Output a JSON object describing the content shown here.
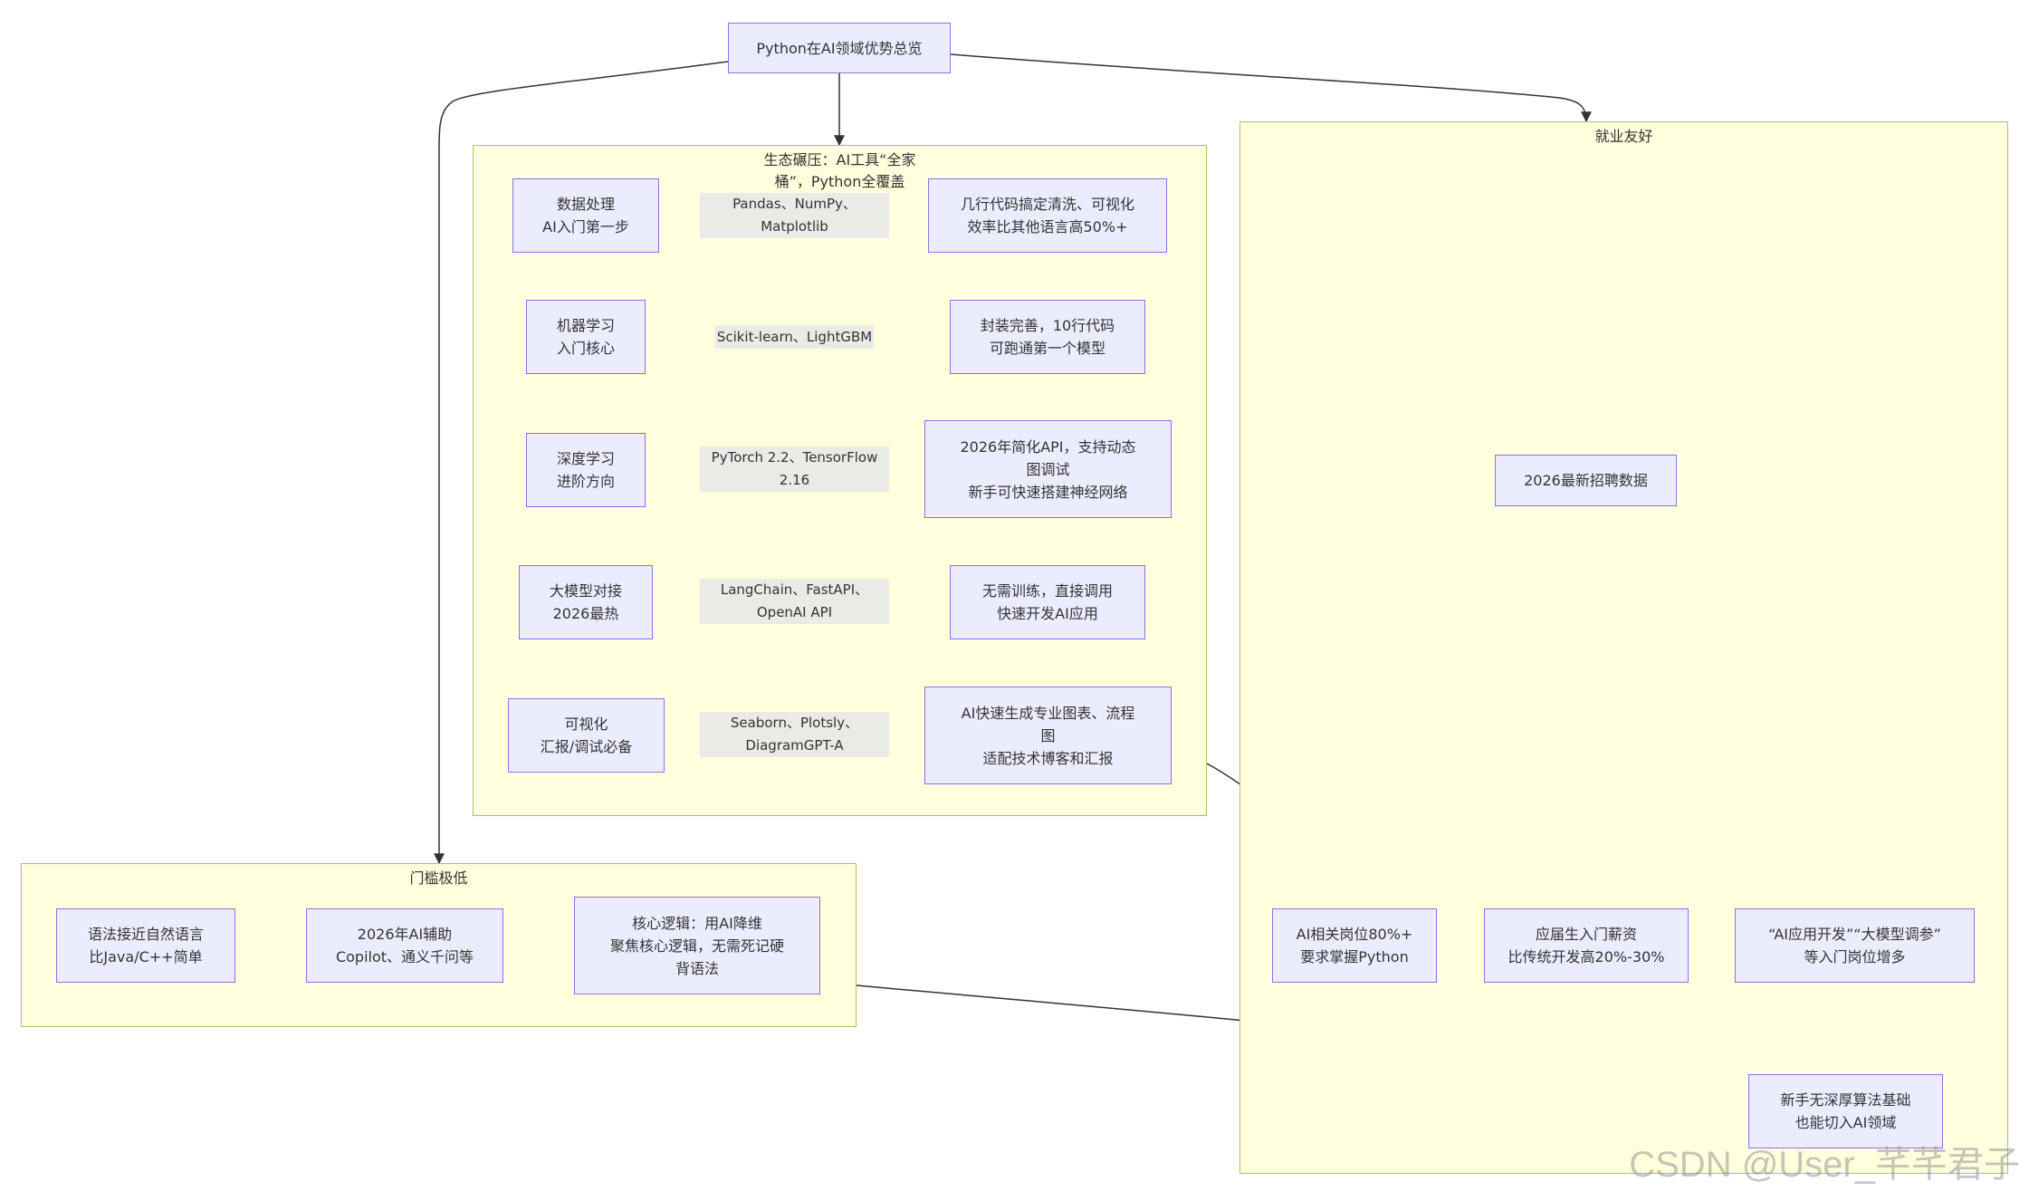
{
  "root": "Python在AI领域优势总览",
  "clusters": {
    "ecosystem": "生态碾压：AI工具“全家\n桶”，Python全覆盖",
    "jobs": "就业友好",
    "threshold": "门槛极低"
  },
  "eco": {
    "n1": "数据处理\nAI入门第一步",
    "e1": "Pandas、NumPy、\nMatplotlib",
    "r1": "几行代码搞定清洗、可视化\n效率比其他语言高50%+",
    "n2": "机器学习\n入门核心",
    "e2": "Scikit-learn、LightGBM",
    "r2": "封装完善，10行代码\n可跑通第一个模型",
    "n3": "深度学习\n进阶方向",
    "e3": "PyTorch 2.2、TensorFlow\n2.16",
    "r3": "2026年简化API，支持动态\n图调试\n新手可快速搭建神经网络",
    "n4": "大模型对接\n2026最热",
    "e4": "LangChain、FastAPI、\nOpenAI API",
    "r4": "无需训练，直接调用\n快速开发AI应用",
    "n5": "可视化\n汇报/调试必备",
    "e5": "Seaborn、Plotsly、\nDiagramGPT-A",
    "r5": "AI快速生成专业图表、流程\n图\n适配技术博客和汇报"
  },
  "jobs": {
    "recruit": "2026最新招聘数据",
    "j1": "AI相关岗位80%+\n要求掌握Python",
    "j2": "应届生入门薪资\n比传统开发高20%-30%",
    "j3": "“AI应用开发”“大模型调参”\n等入门岗位增多",
    "j4": "新手无深厚算法基础\n也能切入AI领域"
  },
  "threshold": {
    "t1": "语法接近自然语言\n比Java/C++简单",
    "t2": "2026年AI辅助\nCopilot、通义千问等",
    "t3": "核心逻辑：用AI降维\n聚焦核心逻辑，无需死记硬\n背语法"
  },
  "watermark": "CSDN @User_芊芊君子",
  "colors": {
    "cluster_fill": "#ffffde",
    "cluster_border": "#b8b86e",
    "node_fill": "#ececff",
    "node_border": "#9370db",
    "edge": "#333333"
  }
}
